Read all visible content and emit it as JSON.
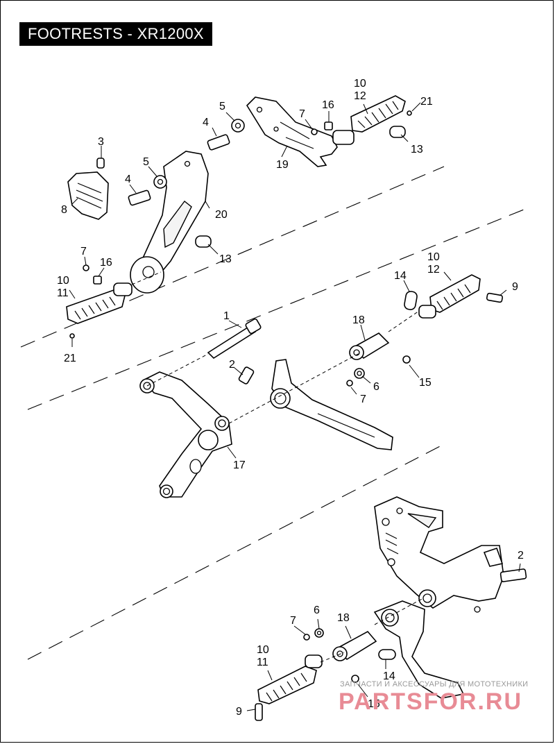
{
  "title": "FOOTRESTS - XR1200X",
  "callouts": {
    "c1": "1",
    "c2a": "2",
    "c2b": "2",
    "c3": "3",
    "c4a": "4",
    "c4b": "4",
    "c5a": "5",
    "c5b": "5",
    "c6a": "6",
    "c6b": "6",
    "c7a": "7",
    "c7b": "7",
    "c7c": "7",
    "c7d": "7",
    "c8": "8",
    "c9a": "9",
    "c9b": "9",
    "c10a": "10",
    "c10b": "10",
    "c10c": "10",
    "c10d": "10",
    "c11a": "11",
    "c11b": "11",
    "c12a": "12",
    "c12b": "12",
    "c13a": "13",
    "c13b": "13",
    "c14a": "14",
    "c14b": "14",
    "c15a": "15",
    "c15b": "15",
    "c16a": "16",
    "c16b": "16",
    "c17": "17",
    "c18a": "18",
    "c18b": "18",
    "c19": "19",
    "c20": "20",
    "c21a": "21",
    "c21b": "21"
  },
  "watermark": {
    "line1": "ЗАПЧАСТИ И АКСЕССУАРЫ ДЛЯ МОТОТЕХНИКИ",
    "line2": "PARTSFOR.RU"
  }
}
